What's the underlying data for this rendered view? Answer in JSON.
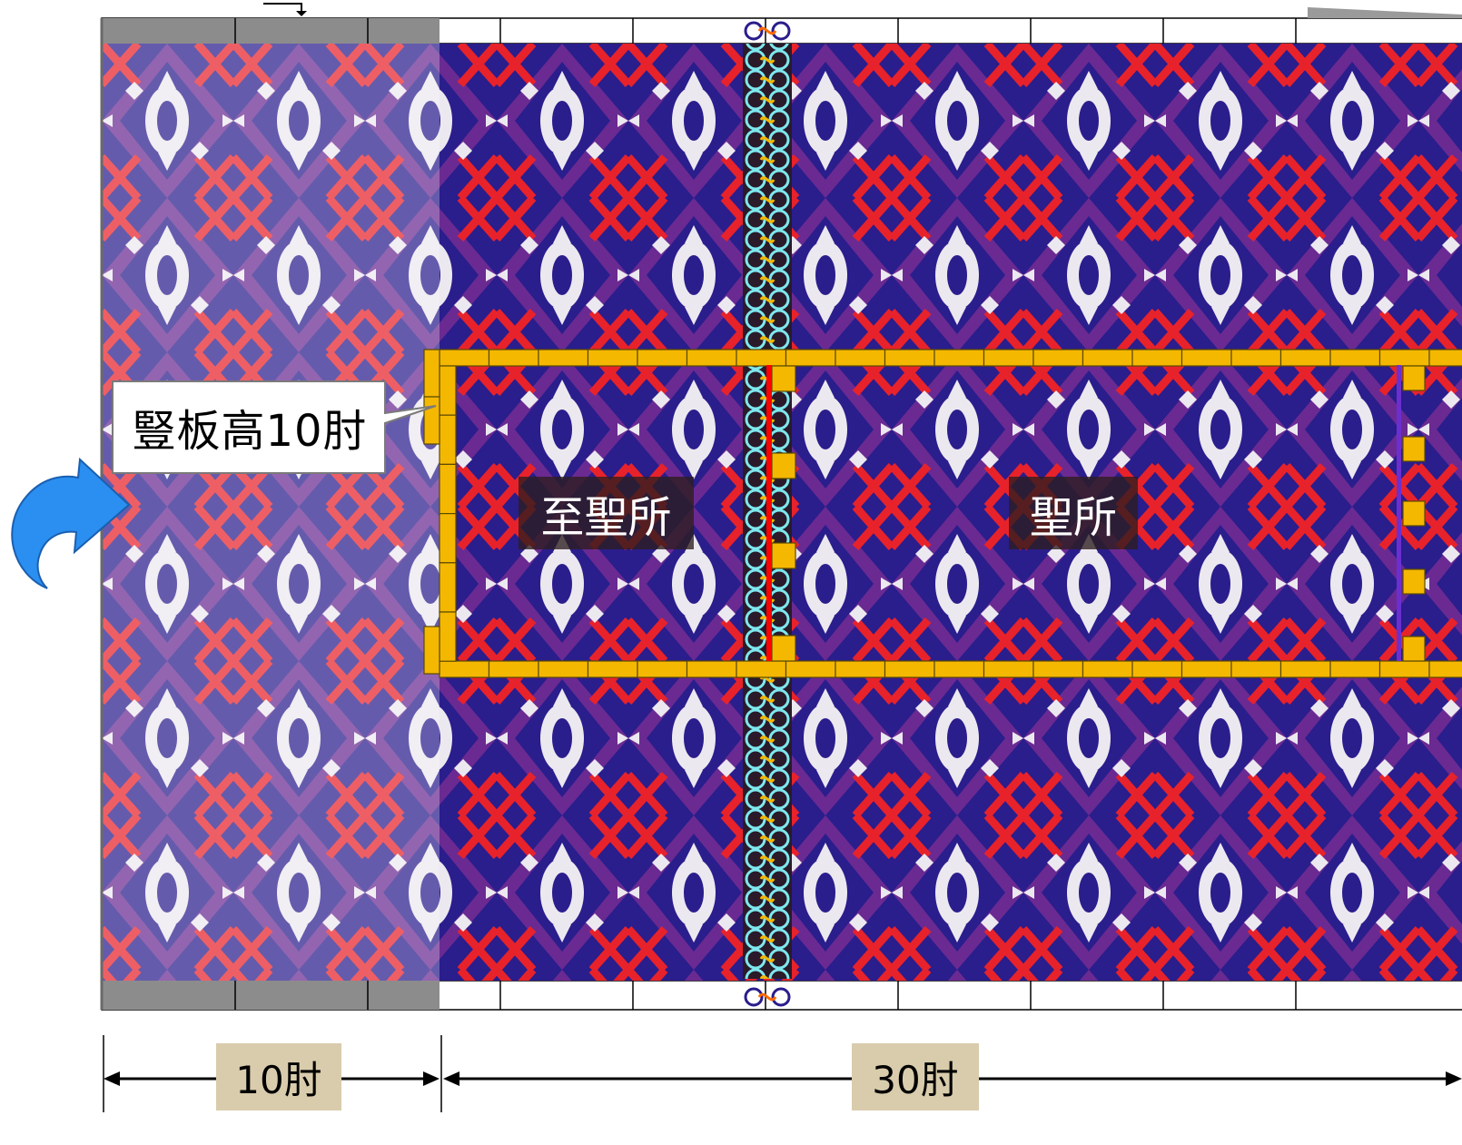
{
  "callout": {
    "text": "豎板高10肘"
  },
  "rooms": {
    "holy_of_holies": "至聖所",
    "holy_place": "聖所"
  },
  "dimensions": {
    "left": "10肘",
    "right": "30肘"
  },
  "colors": {
    "curtain_red": "#e8222a",
    "curtain_blue": "#2a1d8c",
    "curtain_purple": "#7a2f9a",
    "curtain_white": "#ece8f0",
    "board_gold": "#f5b800",
    "clasp_cyan": "#7ee8ee",
    "veil_red": "#ff0000",
    "arrow_blue": "#2a8ff0",
    "dim_bg": "#d9ccac",
    "frame_gray": "#8c8c8c"
  },
  "icons": [
    "curved-arrow-icon",
    "clasp-ring-icon",
    "dimension-arrow-icon"
  ]
}
